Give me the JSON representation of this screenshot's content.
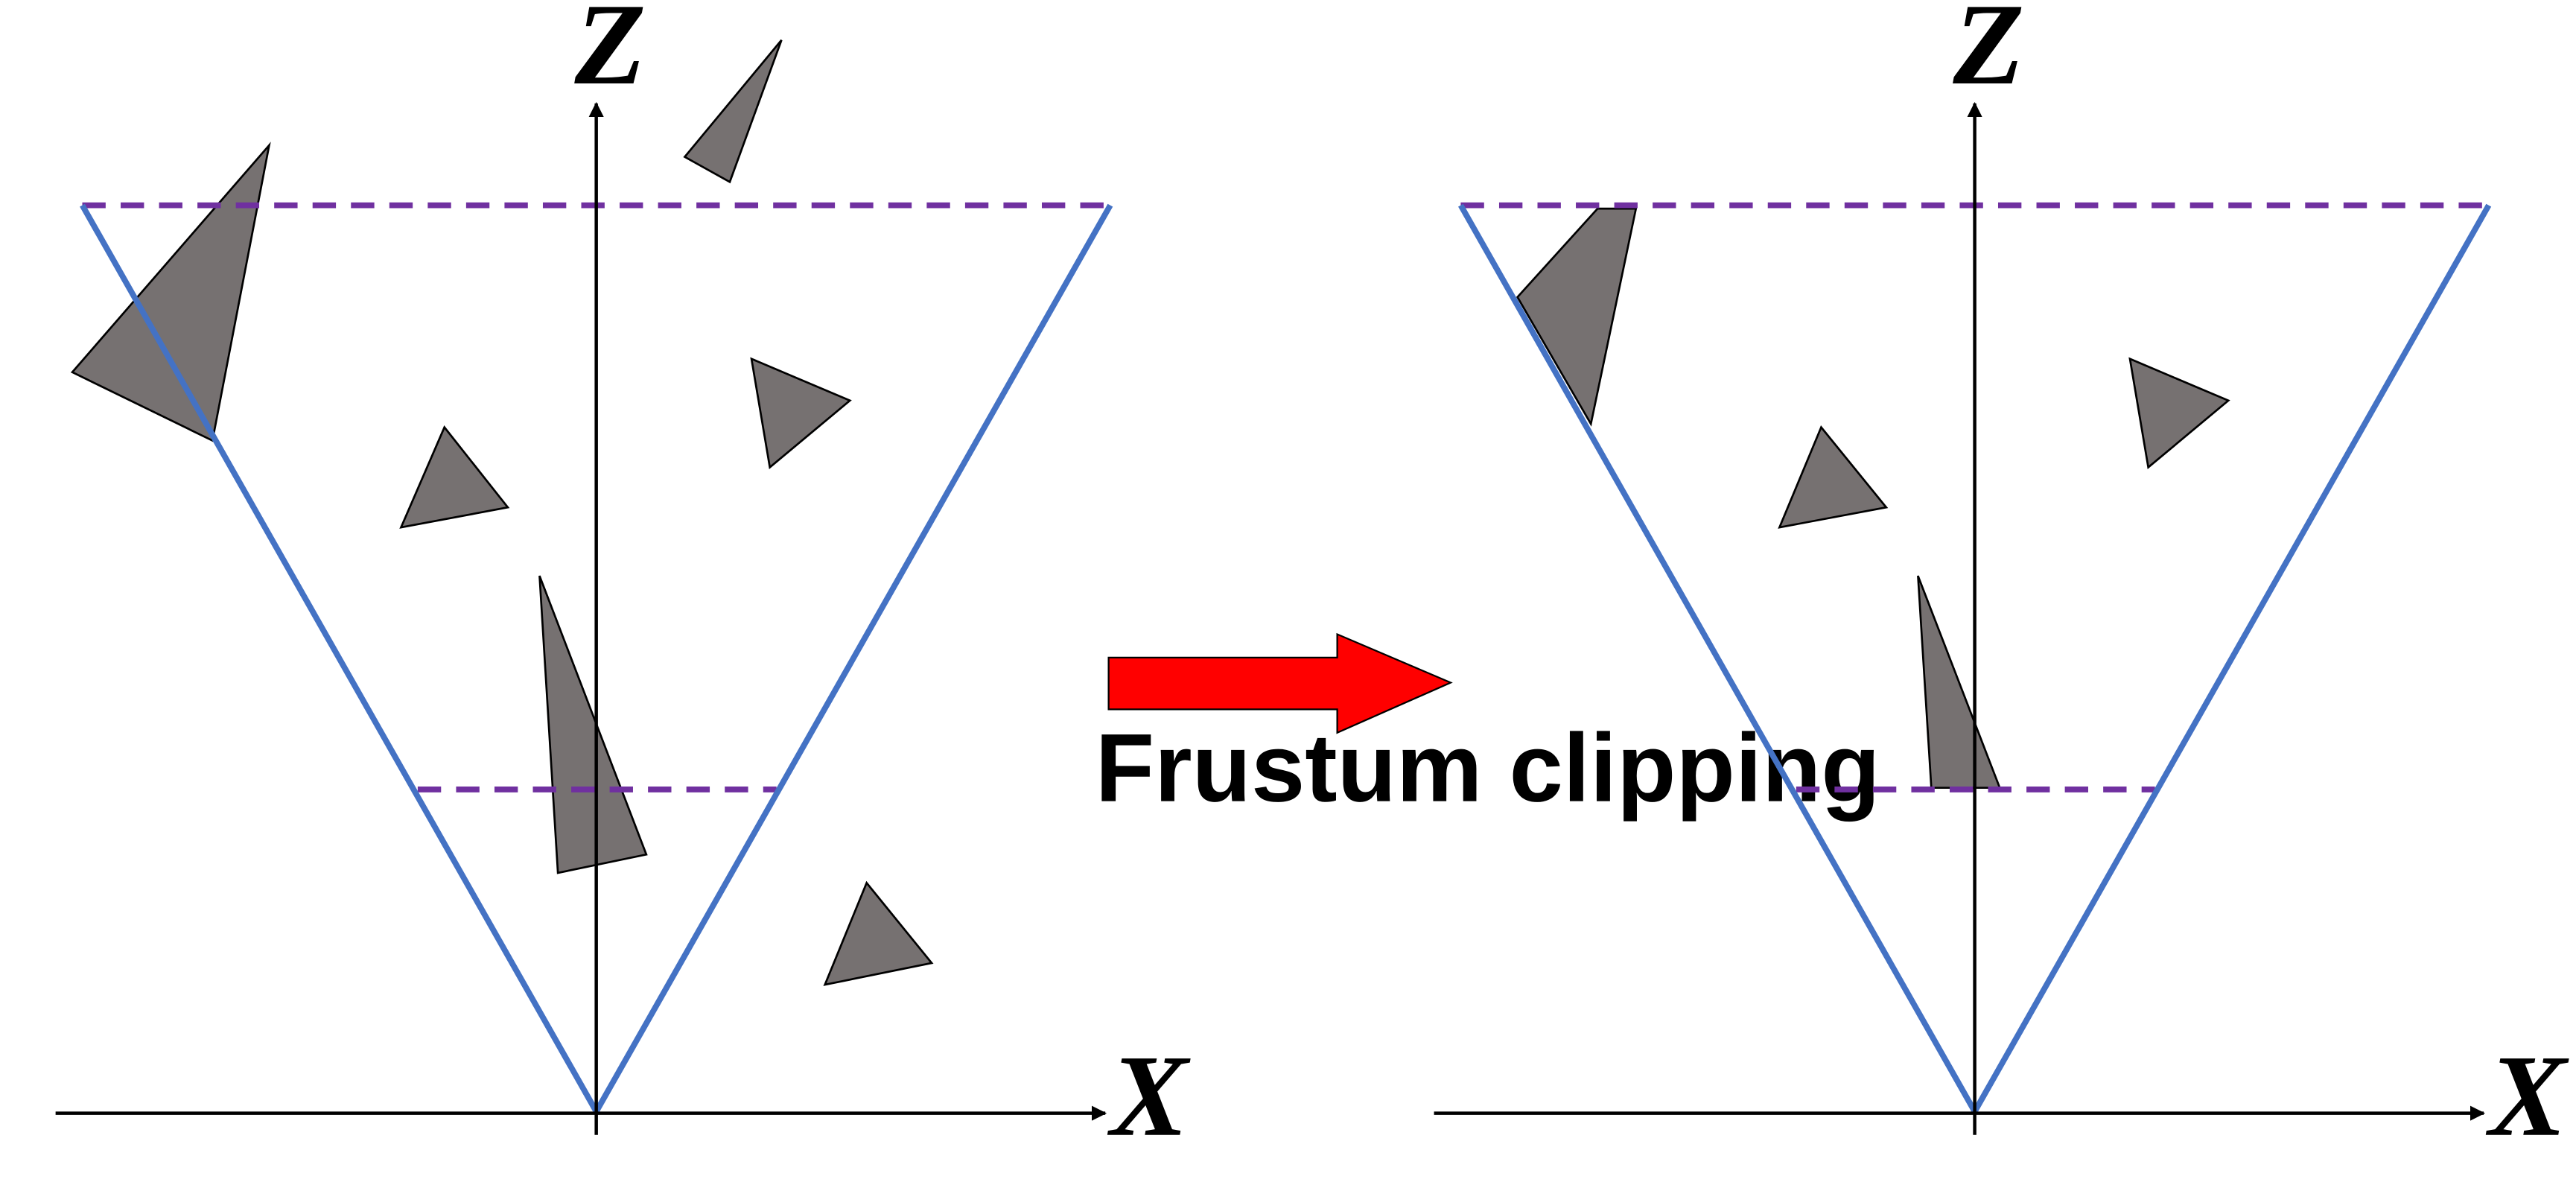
{
  "diagram": {
    "caption": "Frustum clipping",
    "colors": {
      "frustum_edge": "#4472C4",
      "clip_plane": "#7030A0",
      "triangle_fill": "#767171",
      "triangle_stroke": "#000000",
      "arrow_fill": "#FF0000",
      "axis": "#000000"
    },
    "panels": [
      {
        "id": "before",
        "axes": {
          "x_label": "X",
          "z_label": "Z"
        }
      },
      {
        "id": "after",
        "axes": {
          "x_label": "X",
          "z_label": "Z"
        }
      }
    ]
  }
}
